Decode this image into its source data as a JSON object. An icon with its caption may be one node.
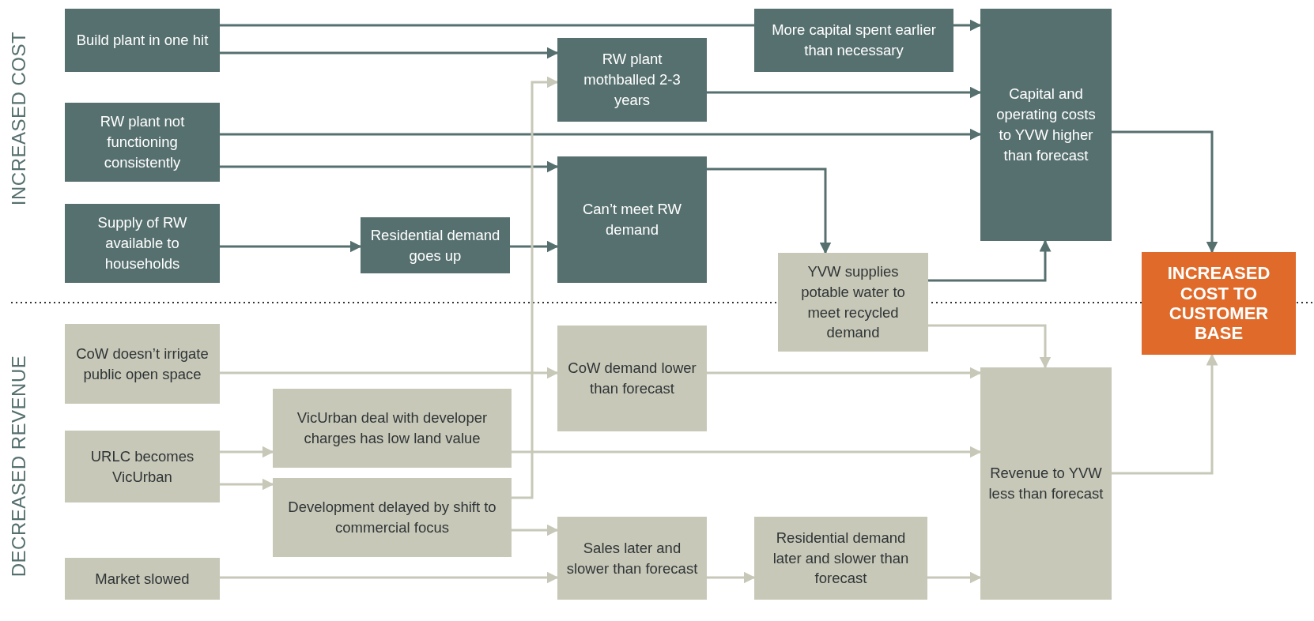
{
  "diagram": {
    "nodes": [
      {
        "text": [
          "Build plant in one hit"
        ]
      },
      {
        "text": [
          "More capital spent earlier than necessary"
        ]
      },
      {
        "text": [
          "RW plant mothballed 2-3 years"
        ]
      },
      {
        "text": [
          "Capital and operating costs to YVW higher than forecast"
        ]
      },
      {
        "text": [
          "RW plant not functioning consistently"
        ]
      },
      {
        "text": [
          "Can’t meet RW demand"
        ]
      },
      {
        "text": [
          "Supply of RW available to households"
        ]
      },
      {
        "text": [
          "Residential demand goes up"
        ]
      },
      {
        "text": [
          "YVW supplies potable water to meet recycled demand"
        ]
      },
      {
        "text": [
          "INCREASED COST TO CUSTOMER BASE"
        ]
      },
      {
        "text": [
          "CoW doesn’t irrigate public open space"
        ]
      },
      {
        "text": [
          "CoW demand lower than forecast"
        ]
      },
      {
        "text": [
          "VicUrban deal with developer charges has low land value"
        ]
      },
      {
        "text": [
          "URLC becomes VicUrban"
        ]
      },
      {
        "text": [
          "Development delayed by shift to commercial focus"
        ]
      },
      {
        "text": [
          "Revenue to YVW less than forecast"
        ]
      },
      {
        "text": [
          "Sales later and slower than forecast"
        ]
      },
      {
        "text": [
          "Residential demand later and slower than forecast"
        ]
      },
      {
        "text": [
          "Market slowed"
        ]
      }
    ],
    "edges": [
      {
        "from": 0,
        "to": 1,
        "arrow": "none",
        "color": "#56706f"
      },
      {
        "from": 1,
        "to": 3,
        "arrow": "to",
        "color": "#56706f"
      },
      {
        "from": 0,
        "to": 2,
        "arrow": "to",
        "color": "#56706f"
      },
      {
        "from": 2,
        "to": 3,
        "arrow": "to",
        "color": "#56706f"
      },
      {
        "from": 4,
        "to": 3,
        "arrow": "to",
        "color": "#56706f"
      },
      {
        "from": 4,
        "to": 5,
        "arrow": "to",
        "color": "#56706f"
      },
      {
        "from": 5,
        "to": 8,
        "arrow": "to",
        "color": "#56706f"
      },
      {
        "from": 6,
        "to": 7,
        "arrow": "to",
        "color": "#56706f"
      },
      {
        "from": 7,
        "to": 5,
        "arrow": "to",
        "color": "#56706f"
      },
      {
        "from": 8,
        "to": 3,
        "arrow": "to",
        "color": "#56706f"
      },
      {
        "from": 3,
        "to": 9,
        "arrow": "to",
        "color": "#56706f"
      },
      {
        "from": 8,
        "to": 15,
        "arrow": "to"
      },
      {
        "from": 10,
        "to": 11,
        "arrow": "to"
      },
      {
        "from": 11,
        "to": 15,
        "arrow": "to"
      },
      {
        "from": 13,
        "to": 12,
        "arrow": "to"
      },
      {
        "from": 12,
        "to": 15,
        "arrow": "to"
      },
      {
        "from": 13,
        "to": 14,
        "arrow": "to"
      },
      {
        "from": 14,
        "to": 2,
        "arrow": "to"
      },
      {
        "from": 14,
        "to": 16,
        "arrow": "to"
      },
      {
        "from": 18,
        "to": 16,
        "arrow": "to"
      },
      {
        "from": 16,
        "to": 17,
        "arrow": "to"
      },
      {
        "from": 17,
        "to": 15,
        "arrow": "to"
      },
      {
        "from": 15,
        "to": 9,
        "arrow": "to"
      }
    ],
    "labels": [
      "INCREASED COST",
      "DECREASED REVENUE"
    ]
  }
}
